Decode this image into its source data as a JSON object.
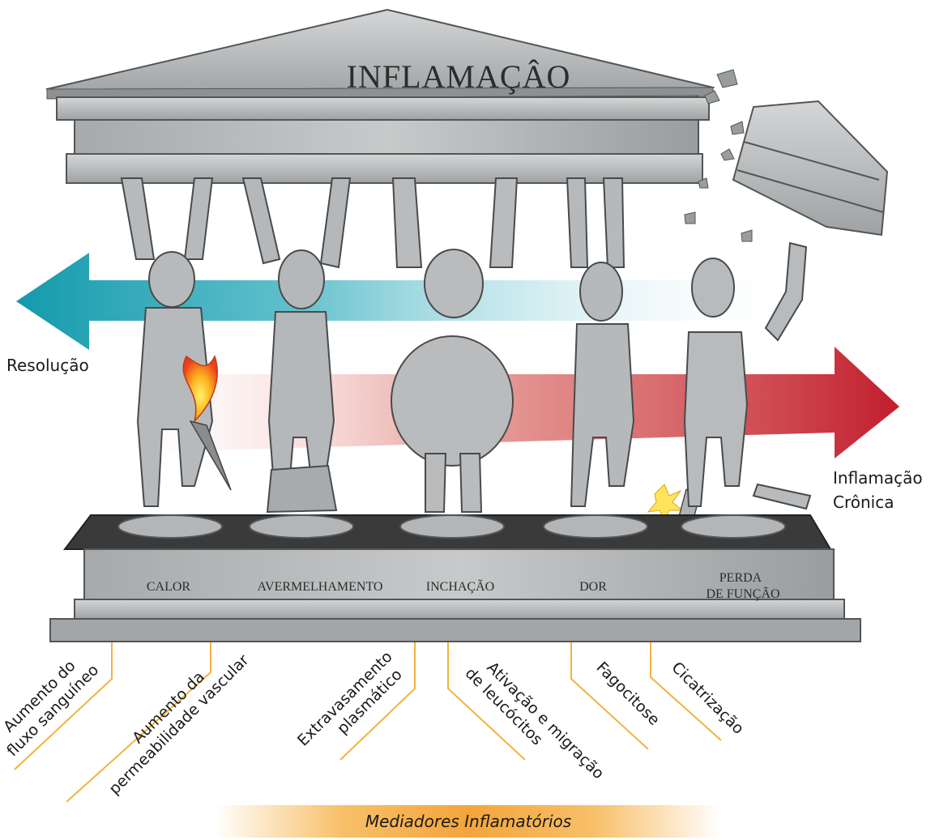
{
  "title": "INFLAMAÇÂO",
  "left_arrow": {
    "label": "Resolução",
    "color": "#1aa3b5"
  },
  "right_arrow": {
    "label_line1": "Inflamação",
    "label_line2": "Crônica",
    "color": "#c8202e"
  },
  "pedestal": {
    "calor": "CALOR",
    "avermelhamento": "AVERMELHAMENTO",
    "inchacao": "INCHAÇÃO",
    "dor": "DOR",
    "perda_line1": "PERDA",
    "perda_line2": "DE FUNÇÃO"
  },
  "processes": {
    "fluxo_line1": "Aumento do",
    "fluxo_line2": "fluxo sanguíneo",
    "permeabilidade_line1": "Aumento da",
    "permeabilidade_line2": "permeabilidade vascular",
    "extravasamento_line1": "Extravasamento",
    "extravasamento_line2": "plasmático",
    "ativacao_line1": "Ativação e migração",
    "ativacao_line2": "de leucócitos",
    "fagocitose": "Fagocitose",
    "cicatrizacao": "Cicatrização"
  },
  "mediators": "Mediadores Inflamatórios",
  "colors": {
    "stone": "#b9bbbd",
    "stone_dark": "#3a3a3a",
    "orange_line": "#f2b33d",
    "mediator_band": "#f4a53a"
  }
}
